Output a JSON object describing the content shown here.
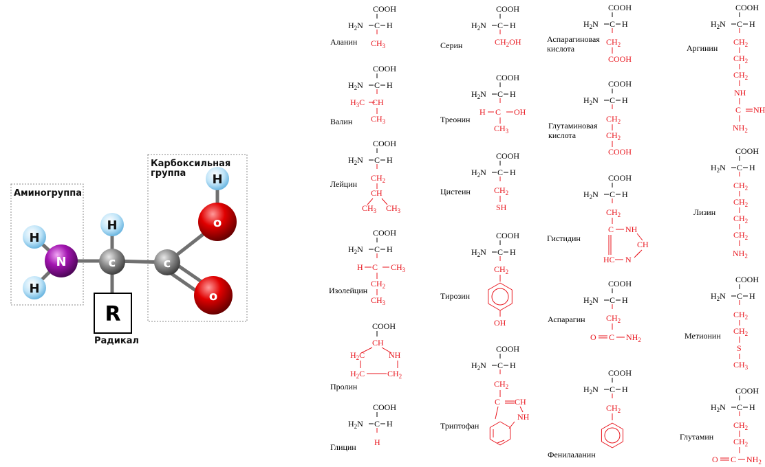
{
  "diagram": {
    "amino_group_label": "Аминогруппа",
    "carboxyl_label_line1": "Карбоксильная",
    "carboxyl_label_line2": "группа",
    "radical_label": "Радикал",
    "radical_symbol": "R",
    "atom_n": "N",
    "atom_h": "H",
    "atom_c": "c",
    "atom_o": "o"
  },
  "common": {
    "cooh": "COOH",
    "h2n": "H",
    "sub2": "2",
    "n_dash": "N",
    "c": "C",
    "h": "H"
  },
  "amino_acids": [
    {
      "name": "Аланин"
    },
    {
      "name": "Валин"
    },
    {
      "name": "Лейцин"
    },
    {
      "name": "Изолейцин"
    },
    {
      "name": "Пролин"
    },
    {
      "name": "Глицин"
    },
    {
      "name": "Серин"
    },
    {
      "name": "Треонин"
    },
    {
      "name": "Цистеин"
    },
    {
      "name": "Тирозин"
    },
    {
      "name": "Триптофан"
    },
    {
      "name_line1": "Аспарагиновая",
      "name_line2": "кислота"
    },
    {
      "name_line1": "Глутаминовая",
      "name_line2": "кислота"
    },
    {
      "name": "Гистидин"
    },
    {
      "name": "Аспарагин"
    },
    {
      "name": "Фенилаланин"
    },
    {
      "name": "Аргинин"
    },
    {
      "name": "Лизин"
    },
    {
      "name": "Метионин"
    },
    {
      "name": "Глутамин"
    }
  ],
  "side_chains": {
    "ch3": "CH",
    "ch2": "CH",
    "ch": "CH",
    "h3c": "H",
    "oh": "OH",
    "sh": "SH",
    "nh": "NH",
    "nh2": "NH",
    "s": "S",
    "o": "O",
    "hc": "HC",
    "n": "N",
    "c": "C",
    "h": "H"
  }
}
